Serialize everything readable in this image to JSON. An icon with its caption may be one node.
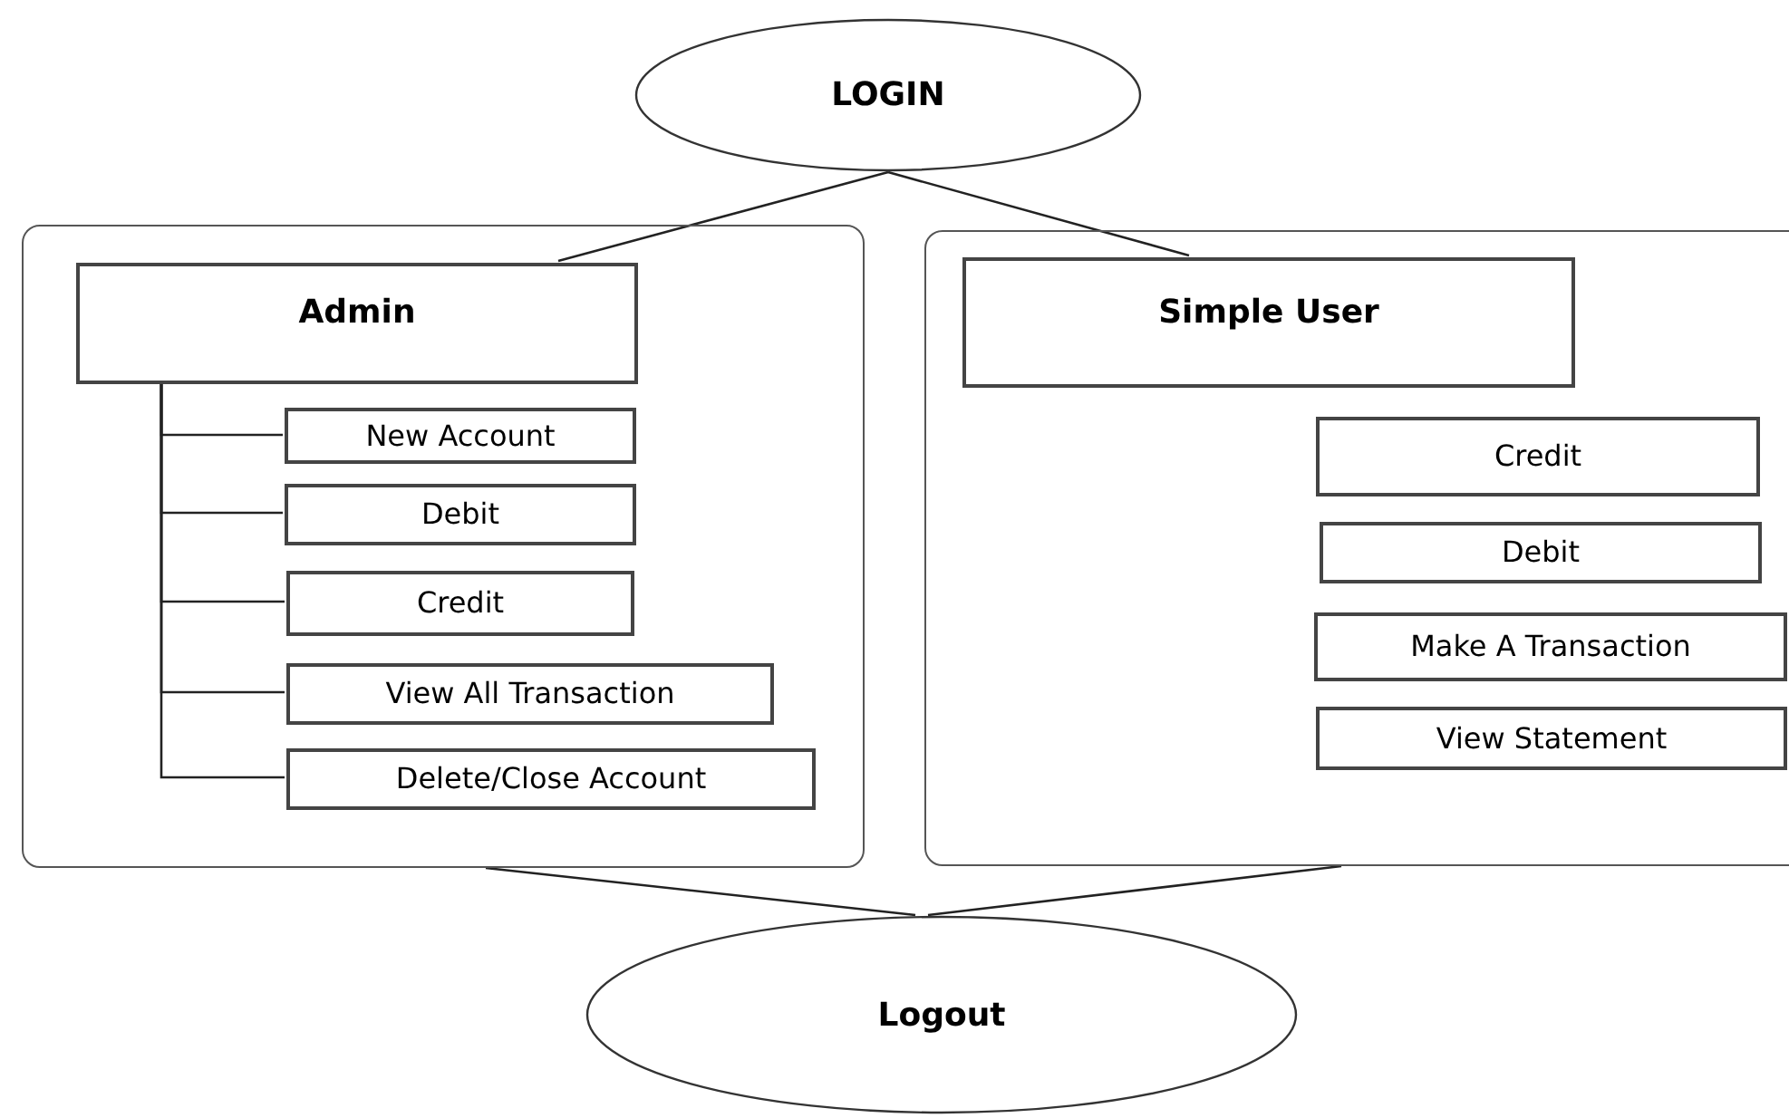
{
  "diagram": {
    "nodes": [
      {
        "text": [
          "LOGIN"
        ]
      },
      {
        "text": [],
        "shape": "box"
      },
      {
        "text": [
          "Admin"
        ],
        "in": 1
      },
      {
        "text": [
          "New Account"
        ],
        "in": 1
      },
      {
        "text": [
          "Debit"
        ],
        "in": 1
      },
      {
        "text": [
          "Credit"
        ],
        "in": 1
      },
      {
        "text": [
          "View All Transaction"
        ],
        "in": 1
      },
      {
        "text": [
          "Delete/Close Account"
        ],
        "in": 1
      },
      {
        "text": [],
        "shape": "box"
      },
      {
        "text": [
          "Simple User"
        ],
        "in": 8
      },
      {
        "text": [
          "Credit"
        ],
        "in": 8
      },
      {
        "text": [
          "Debit"
        ],
        "in": 8
      },
      {
        "text": [
          "Make A Transaction"
        ],
        "in": 8
      },
      {
        "text": [
          "View Statement"
        ],
        "in": 8
      },
      {
        "text": [
          "Logout"
        ]
      }
    ],
    "edges": [
      {
        "from": 0,
        "to": 2,
        "arrow": "none"
      },
      {
        "from": 0,
        "to": 9,
        "arrow": "none"
      },
      {
        "from": 2,
        "to": 3,
        "arrow": "none"
      },
      {
        "from": 2,
        "to": 4,
        "arrow": "none"
      },
      {
        "from": 2,
        "to": 5,
        "arrow": "none"
      },
      {
        "from": 2,
        "to": 6,
        "arrow": "none"
      },
      {
        "from": 2,
        "to": 7,
        "arrow": "none"
      },
      {
        "from": 1,
        "to": 14,
        "arrow": "none"
      },
      {
        "from": 8,
        "to": 14,
        "arrow": "none"
      }
    ]
  }
}
